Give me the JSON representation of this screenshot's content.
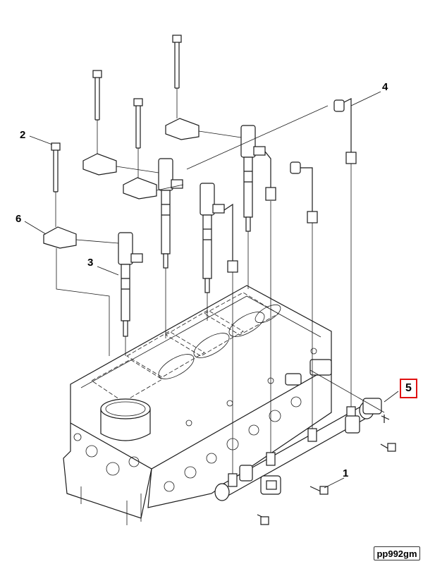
{
  "diagram": {
    "callouts": {
      "c1": "1",
      "c2": "2",
      "c3": "3",
      "c4": "4",
      "c5": "5",
      "c6": "6"
    },
    "reference_code": "pp992gm",
    "highlight_color": "#e01010"
  }
}
